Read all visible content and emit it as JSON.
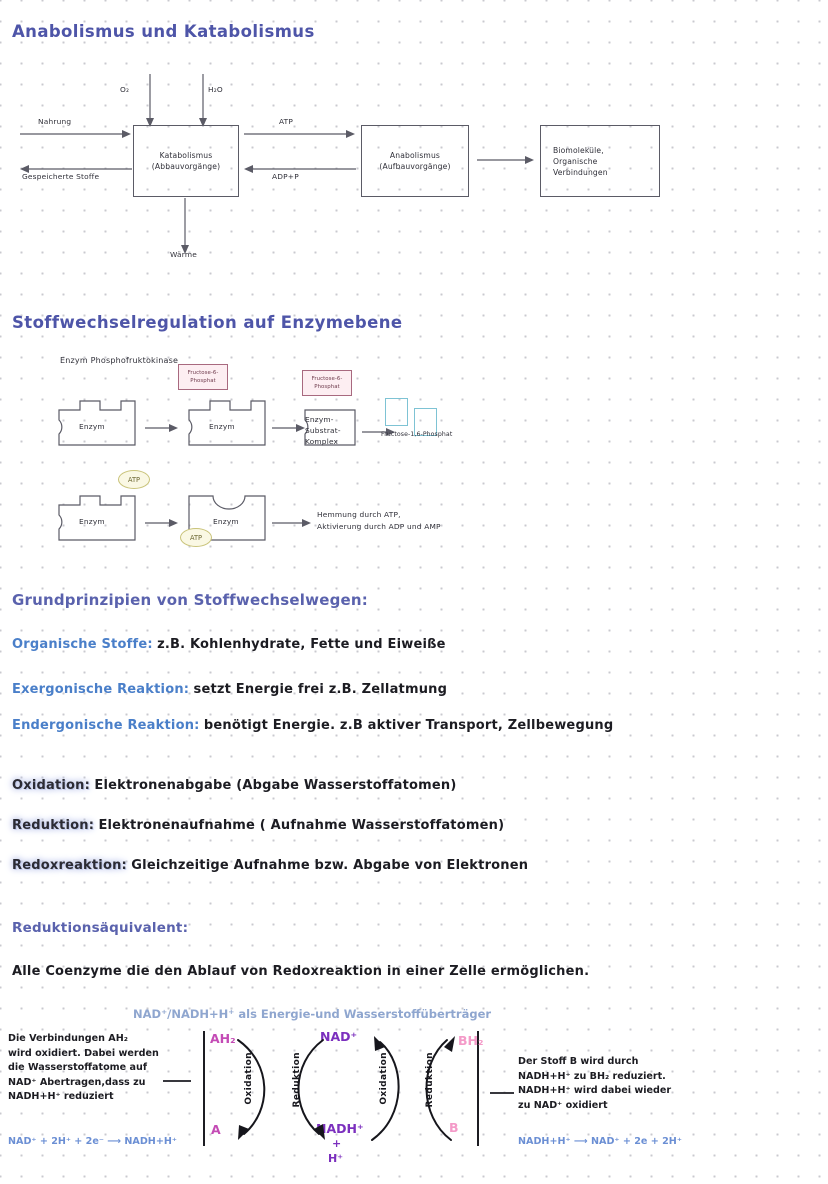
{
  "page": {
    "title_1": "Anabolismus und Katabolismus",
    "title_2": "Stoffwechselregulation auf Enzymebene",
    "title_3": "Grundprinzipien von Stoffwechselwegen:",
    "title_4": "Reduktionsäquivalent:"
  },
  "diagram1": {
    "input_o2": "O₂",
    "input_h2o": "H₂O",
    "arrow_in_label": "Nahrung",
    "arrow_out_label": "Gespeicherte Stoffe",
    "box_katabolismus": "Katabolismus\n(Abbauvorgänge)",
    "box_anabolismus": "Anabolismus\n(Aufbauvorgänge)",
    "box_biomolekuele": "Biomoleküle,\nOrganische\nVerbindungen",
    "arrow_atp": "ATP",
    "arrow_adp": "ADP+P",
    "output_waerme": "Wärme"
  },
  "diagram2": {
    "caption": "Enzym Phosphofruktokinase",
    "enzym_label": "Enzym",
    "substrate_box": "Fructose-6-\nPhosphat",
    "complex_label": "Enzym-\nSubstrat-\nKomplex",
    "product_label": "Fructose-1,6-Phosphat",
    "atp_label": "ATP",
    "regulation_note": "Hemmung durch ATP,\nAktivierung durch ADP und AMP",
    "colors": {
      "substrate_border": "#a8697f",
      "substrate_fill": "#fdeef2",
      "product_border": "#7ec3d4",
      "atp_border": "#c9c37a",
      "atp_fill": "#faf8e4"
    }
  },
  "principles": [
    {
      "term": "Organische Stoffe:",
      "text": "z.B. Kohlenhydrate, Fette und Eiweiße"
    },
    {
      "term": "Exergonische Reaktion:",
      "text": "setzt Energie frei z.B. Zellatmung"
    },
    {
      "term": "Endergonische Reaktion:",
      "text": "benötigt Energie. z.B aktiver Transport, Zellbewegung"
    }
  ],
  "redox_terms": [
    {
      "term": "Oxidation:",
      "text": "Elektronenabgabe (Abgabe Wasserstoffatomen)"
    },
    {
      "term": "Reduktion:",
      "text": "Elektronenaufnahme ( Aufnahme Wasserstoffatomen)"
    },
    {
      "term": "Redoxreaktion:",
      "text": "Gleichzeitige Aufnahme bzw. Abgabe von Elektronen"
    }
  ],
  "equivalent_text": "Alle Coenzyme die den Ablauf von Redoxreaktion in einer Zelle ermöglichen.",
  "redox_diagram": {
    "header": "NAD⁺/NADH+H⁺ als Energie-und Wasserstoffüberträger",
    "left_note": "Die Verbindungen AH₂\nwird oxidiert. Dabei werden\ndie Wasserstoffatome auf\nNAD⁺ Abertragen,dass zu\nNADH+H⁺ reduziert",
    "left_equation": "NAD⁺ + 2H⁺ + 2e⁻  ⟶ NADH+H⁺",
    "right_note": "Der Stoff B wird durch\nNADH+H⁺ zu BH₂ reduziert.\nNADH+H⁺ wird dabei wieder\nzu NAD⁺ oxidiert",
    "right_equation": "NADH+H⁺ ⟶ NAD⁺ + 2e + 2H⁺",
    "species": {
      "ah2": "AH₂",
      "a": "A",
      "nad_plus": "NAD⁺",
      "nadh": "NADH⁺",
      "nadh_plus": "+",
      "nadh_h": "H⁺",
      "bh2": "BH₂",
      "b": "B"
    },
    "arrow_labels": [
      "Oxidation",
      "Reduktion",
      "Oxidation",
      "Reduktion"
    ],
    "colors": {
      "purple": "#7b2fbe",
      "magenta": "#c44bb5",
      "pink": "#f49ac8",
      "equation_blue": "#6b8fd4"
    }
  }
}
